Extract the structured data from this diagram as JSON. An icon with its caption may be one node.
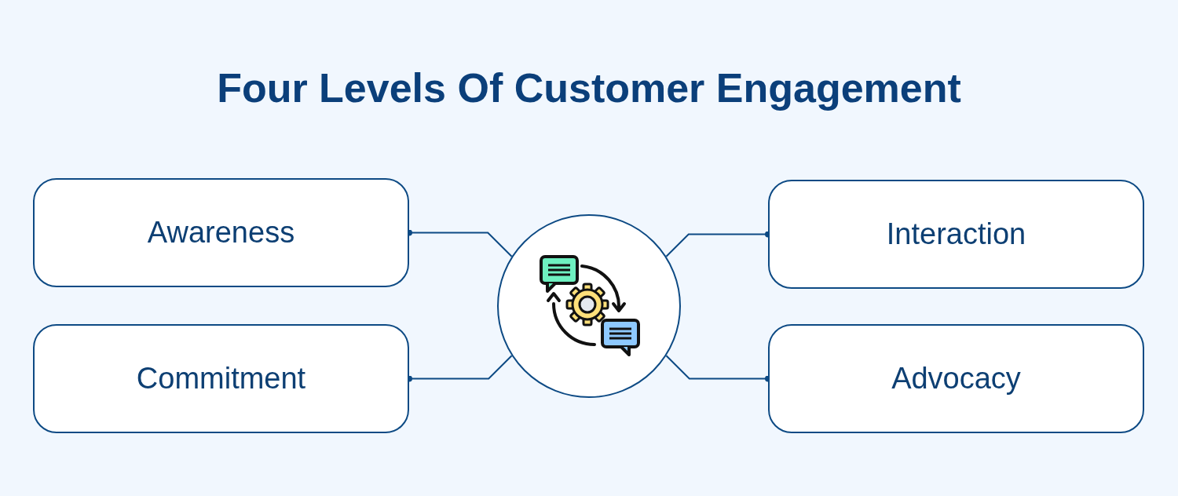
{
  "diagram": {
    "title": "Four Levels Of Customer Engagement",
    "nodes": [
      {
        "text": [
          "Awareness"
        ]
      },
      {
        "text": [
          "Interaction"
        ]
      },
      {
        "text": [],
        "shape": "circle"
      },
      {
        "text": [
          "Commitment"
        ]
      },
      {
        "text": [
          "Advocacy"
        ]
      }
    ],
    "edges": [
      {
        "from": 2,
        "to": 0,
        "arrow": "other"
      },
      {
        "from": 2,
        "to": 1,
        "arrow": "other"
      },
      {
        "from": 2,
        "to": 3,
        "arrow": "other"
      },
      {
        "from": 2,
        "to": 4,
        "arrow": "other"
      }
    ]
  }
}
